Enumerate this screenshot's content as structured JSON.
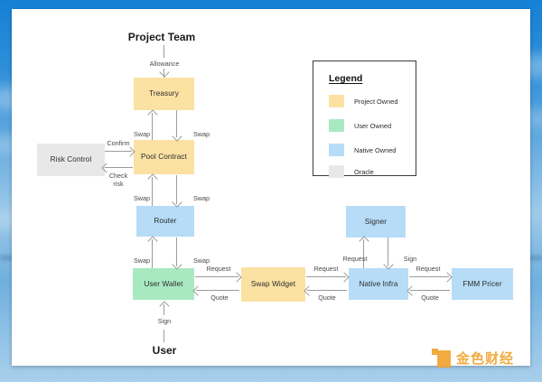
{
  "diagram": {
    "external_labels": [
      {
        "name": "project-team",
        "text": "Project Team"
      },
      {
        "name": "user",
        "text": "User"
      }
    ],
    "nodes": [
      {
        "id": "treasury",
        "label": "Treasury",
        "category": "project"
      },
      {
        "id": "pool-contract",
        "label": "Pool Contract",
        "category": "project"
      },
      {
        "id": "risk-control",
        "label": "Risk Control",
        "category": "oracle"
      },
      {
        "id": "router",
        "label": "Router",
        "category": "native"
      },
      {
        "id": "user-wallet",
        "label": "User Wallet",
        "category": "user"
      },
      {
        "id": "swap-widget",
        "label": "Swap Widget",
        "category": "project"
      },
      {
        "id": "native-infra",
        "label": "Native Infra",
        "category": "native"
      },
      {
        "id": "signer",
        "label": "Signer",
        "category": "native"
      },
      {
        "id": "fmm-pricer",
        "label": "FMM Pricer",
        "category": "native"
      }
    ],
    "edges": [
      {
        "id": "allowance",
        "label": "Allowance",
        "from": "project-team",
        "to": "treasury"
      },
      {
        "id": "treasury-swap-up",
        "label": "Swap",
        "from": "pool-contract",
        "to": "treasury"
      },
      {
        "id": "treasury-swap-down",
        "label": "Swap",
        "from": "treasury",
        "to": "pool-contract"
      },
      {
        "id": "confirm",
        "label": "Confirm",
        "from": "risk-control",
        "to": "pool-contract"
      },
      {
        "id": "check-risk",
        "label": "Check\nrisk",
        "from": "pool-contract",
        "to": "risk-control"
      },
      {
        "id": "router-swap-up",
        "label": "Swap",
        "from": "router",
        "to": "pool-contract"
      },
      {
        "id": "router-swap-down",
        "label": "Swap",
        "from": "pool-contract",
        "to": "router"
      },
      {
        "id": "wallet-swap-up",
        "label": "Swap",
        "from": "user-wallet",
        "to": "router"
      },
      {
        "id": "wallet-swap-down",
        "label": "Swap",
        "from": "router",
        "to": "user-wallet"
      },
      {
        "id": "sign-user",
        "label": "Sign",
        "from": "user",
        "to": "user-wallet"
      },
      {
        "id": "wallet-request",
        "label": "Request",
        "from": "user-wallet",
        "to": "swap-widget"
      },
      {
        "id": "widget-quote",
        "label": "Quote",
        "from": "swap-widget",
        "to": "user-wallet"
      },
      {
        "id": "widget-request",
        "label": "Request",
        "from": "swap-widget",
        "to": "native-infra"
      },
      {
        "id": "infra-quote",
        "label": "Quote",
        "from": "native-infra",
        "to": "swap-widget"
      },
      {
        "id": "signer-request",
        "label": "Request",
        "from": "native-infra",
        "to": "signer"
      },
      {
        "id": "signer-sign",
        "label": "Sign",
        "from": "signer",
        "to": "native-infra"
      },
      {
        "id": "pricer-request",
        "label": "Request",
        "from": "native-infra",
        "to": "fmm-pricer"
      },
      {
        "id": "pricer-quote",
        "label": "Quote",
        "from": "fmm-pricer",
        "to": "native-infra"
      }
    ],
    "edge_labels": {
      "allowance": "Allowance",
      "swap": "Swap",
      "confirm": "Confirm",
      "check_risk_line1": "Check",
      "check_risk_line2": "risk",
      "sign": "Sign",
      "request": "Request",
      "quote": "Quote"
    }
  },
  "legend": {
    "title": "Legend",
    "items": [
      {
        "label": "Project Owned",
        "color": "#fbe2a2"
      },
      {
        "label": "User Owned",
        "color": "#a8e9c1"
      },
      {
        "label": "Native Owned",
        "color": "#b6dcf7"
      },
      {
        "label": "Oracle",
        "color": "#e8e8e8"
      }
    ]
  },
  "watermark": {
    "text": "金色财经",
    "color": "#f0a430"
  },
  "colors": {
    "project_owned": "#fbe2a2",
    "user_owned": "#a8e9c1",
    "native_owned": "#b6dcf7",
    "oracle": "#e8e8e8",
    "connector": "#9b9b9b",
    "card": "#ffffff",
    "backdrop": "#3b93d8"
  }
}
